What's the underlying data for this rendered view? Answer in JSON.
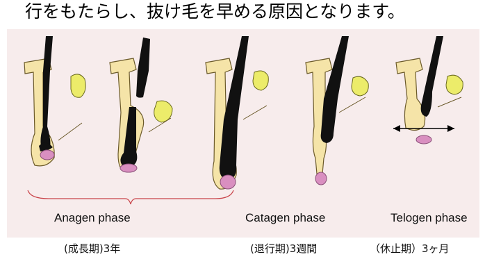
{
  "heading": "行をもたらし、抜け毛を早める原因となります。",
  "phases": [
    {
      "name": "Anagen phase",
      "jp": "(成長期)3年"
    },
    {
      "name": "Catagen phase",
      "jp": "(退行期)3週間"
    },
    {
      "name": "Telogen phase",
      "jp": "（休止期）3ヶ月"
    }
  ],
  "colors": {
    "panel": "#f7ecec",
    "follicle": "#f5e4a8",
    "follicle_outline": "#6b5a2a",
    "hair": "#111111",
    "gland": "#ecec6a",
    "papilla": "#d98fc0",
    "bracket": "#c9444a"
  }
}
